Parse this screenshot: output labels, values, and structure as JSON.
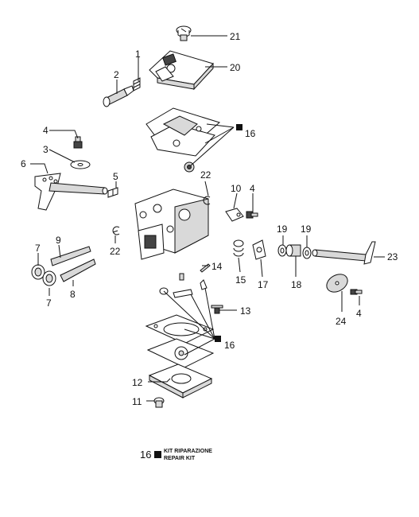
{
  "callouts": [
    {
      "id": "1",
      "text": "1"
    },
    {
      "id": "2",
      "text": "2"
    },
    {
      "id": "3",
      "text": "3"
    },
    {
      "id": "4a",
      "text": "4"
    },
    {
      "id": "4b",
      "text": "4"
    },
    {
      "id": "4c",
      "text": "4"
    },
    {
      "id": "5",
      "text": "5"
    },
    {
      "id": "6",
      "text": "6"
    },
    {
      "id": "7a",
      "text": "7"
    },
    {
      "id": "7b",
      "text": "7"
    },
    {
      "id": "8",
      "text": "8"
    },
    {
      "id": "9",
      "text": "9"
    },
    {
      "id": "10",
      "text": "10"
    },
    {
      "id": "11",
      "text": "11"
    },
    {
      "id": "12",
      "text": "12"
    },
    {
      "id": "13",
      "text": "13"
    },
    {
      "id": "14",
      "text": "14"
    },
    {
      "id": "15",
      "text": "15"
    },
    {
      "id": "16a",
      "text": "16"
    },
    {
      "id": "16b",
      "text": "16"
    },
    {
      "id": "17",
      "text": "17"
    },
    {
      "id": "18",
      "text": "18"
    },
    {
      "id": "19a",
      "text": "19"
    },
    {
      "id": "19b",
      "text": "19"
    },
    {
      "id": "20",
      "text": "20"
    },
    {
      "id": "21",
      "text": "21"
    },
    {
      "id": "22a",
      "text": "22"
    },
    {
      "id": "22b",
      "text": "22"
    },
    {
      "id": "23",
      "text": "23"
    },
    {
      "id": "24",
      "text": "24"
    }
  ],
  "legend": {
    "number": "16",
    "line1": "KIT RIPARAZIONE",
    "line2": "REPAIR KIT"
  }
}
